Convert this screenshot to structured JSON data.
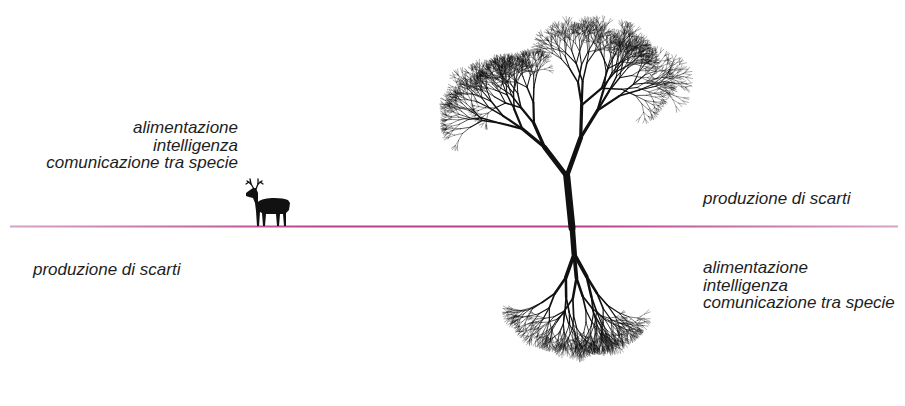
{
  "diagram": {
    "labels": [
      "alimentazione",
      "intelligenza",
      "comunicazione tra specie",
      "produzione di scarti",
      "produzione di scarti",
      "alimentazione",
      "intelligenza",
      "comunicazione tra specie"
    ]
  }
}
